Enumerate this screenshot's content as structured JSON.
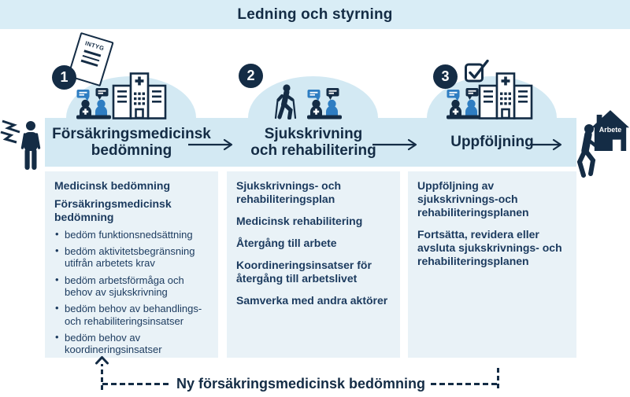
{
  "banner": {
    "title": "Ledning och styrning"
  },
  "certificate": {
    "label": "INTYG",
    "icon": "certificate-document"
  },
  "actors": {
    "patient_in": {
      "icon": "person-with-pain-flashes"
    },
    "patient_out": {
      "icon": "person-walking"
    },
    "work": {
      "label": "Arbete",
      "icon": "house"
    }
  },
  "steps": [
    {
      "number": "1",
      "title_lines": [
        "Försäkringsmedicinsk",
        "bedömning"
      ],
      "icons": [
        "consultation",
        "hospital"
      ],
      "box": {
        "headings": [
          "Medicinsk bedömning",
          "Försäkringsmedicinsk bedömning"
        ],
        "bullets": [
          "bedöm funktionsnedsättning",
          "bedöm aktivitetsbegränsning utifrån arbetets krav",
          "bedöm arbetsförmåga och behov av sjukskrivning",
          "bedöm behov av behandlings- och rehabiliteringsinsatser",
          "bedöm behov av koordineringsinsatser"
        ]
      }
    },
    {
      "number": "2",
      "title_lines": [
        "Sjukskrivning",
        "och rehabilitering"
      ],
      "icons": [
        "walking-with-poles",
        "consultation"
      ],
      "box": {
        "items": [
          "Sjukskrivnings- och rehabiliteringsplan",
          "Medicinsk rehabilitering",
          "Återgång till arbete",
          "Koordineringsinsatser för återgång till arbetslivet",
          "Samverka med andra aktörer"
        ]
      }
    },
    {
      "number": "3",
      "title_lines": [
        "Uppföljning"
      ],
      "icons": [
        "checkbox-checked",
        "consultation",
        "hospital"
      ],
      "box": {
        "items": [
          "Uppföljning av sjukskrivnings-och rehabiliteringsplanen",
          "Fortsätta, revidera eller avsluta sjukskrivnings- och rehabiliteringsplanen"
        ]
      }
    }
  ],
  "feedback_loop": {
    "label": "Ny försäkringsmedicinsk bedömning"
  },
  "colors": {
    "navy": "#142c45",
    "accent_blue": "#2e7dc2",
    "banner_bg": "#d9edf6",
    "band_bg": "#d3e9f3",
    "box_bg": "#e9f2f7",
    "box_text": "#1b3a5e"
  }
}
